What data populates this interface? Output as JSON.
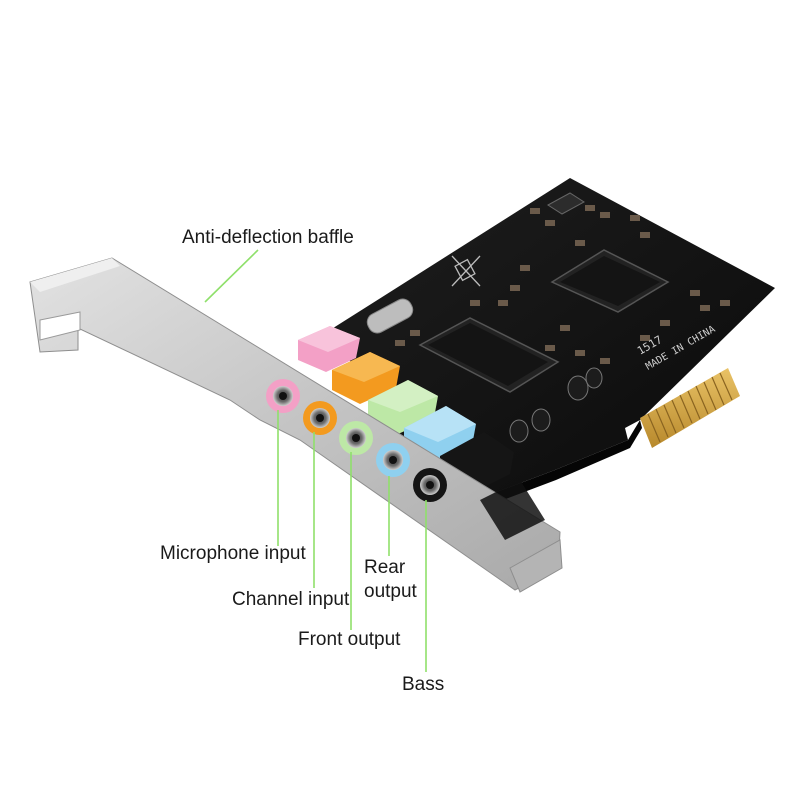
{
  "labels": {
    "baffle": "Anti-deflection baffle",
    "mic": "Microphone input",
    "channel": "Channel input",
    "front": "Front output",
    "rear_line1": "Rear",
    "rear_line2": "output",
    "bass": "Bass"
  },
  "board_print": {
    "made_in": "MADE IN CHINA",
    "code": "1517"
  },
  "colors": {
    "leader_line": "#8fe06b",
    "pcb": "#121212",
    "bracket": "#c9c9c9",
    "port_pink": "#f3a0c6",
    "port_orange": "#f39a1f",
    "port_green": "#bde8a6",
    "port_blue": "#8fd0ef",
    "port_black": "#151515",
    "gold_contacts": "#d6a843"
  }
}
